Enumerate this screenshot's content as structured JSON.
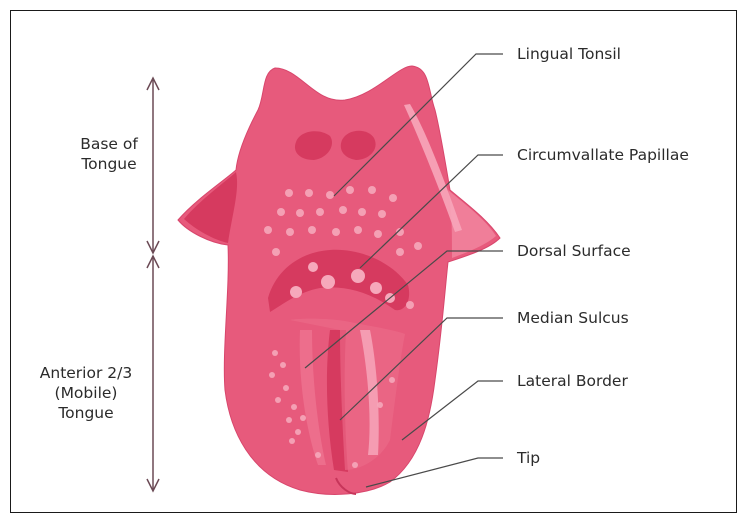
{
  "diagram": {
    "left_labels": {
      "base": [
        "Base of",
        "Tongue"
      ],
      "anterior": [
        "Anterior 2/3",
        "(Mobile)",
        "Tongue"
      ]
    },
    "right_labels": [
      "Lingual Tonsil",
      "Circumvallate Papillae",
      "Dorsal Surface",
      "Median Sulcus",
      "Lateral Border",
      "Tip"
    ],
    "colors": {
      "tongue": "#e75a7c",
      "tongue_light": "#f07e99",
      "tongue_dark": "#d63a5f",
      "papillae": "#f6a8bb",
      "arrow": "#6b4a55",
      "leader": "#4a4a4a"
    }
  }
}
